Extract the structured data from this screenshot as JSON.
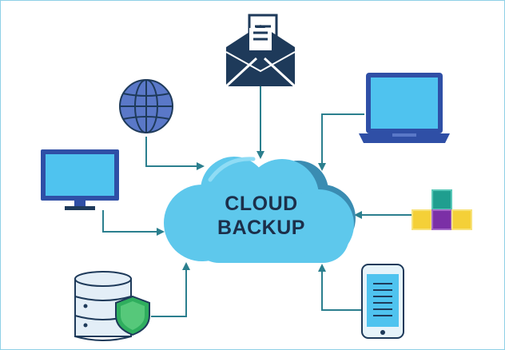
{
  "diagram": {
    "center_label_line1": "CLOUD",
    "center_label_line2": "BACKUP",
    "devices": [
      {
        "id": "email",
        "icon": "envelope-icon"
      },
      {
        "id": "laptop",
        "icon": "laptop-icon"
      },
      {
        "id": "globe",
        "icon": "globe-icon"
      },
      {
        "id": "monitor",
        "icon": "monitor-icon"
      },
      {
        "id": "blocks",
        "icon": "blocks-icon"
      },
      {
        "id": "database",
        "icon": "database-shield-icon"
      },
      {
        "id": "phone",
        "icon": "smartphone-icon"
      }
    ],
    "colors": {
      "arrow": "#2b7f8e",
      "cloud_light": "#5ec8ec",
      "cloud_dark": "#3a8cb2",
      "navy": "#1e3a5a",
      "screen": "#4fc3ef",
      "device_frame": "#2f4fa6",
      "border": "#8fd0e6"
    }
  }
}
